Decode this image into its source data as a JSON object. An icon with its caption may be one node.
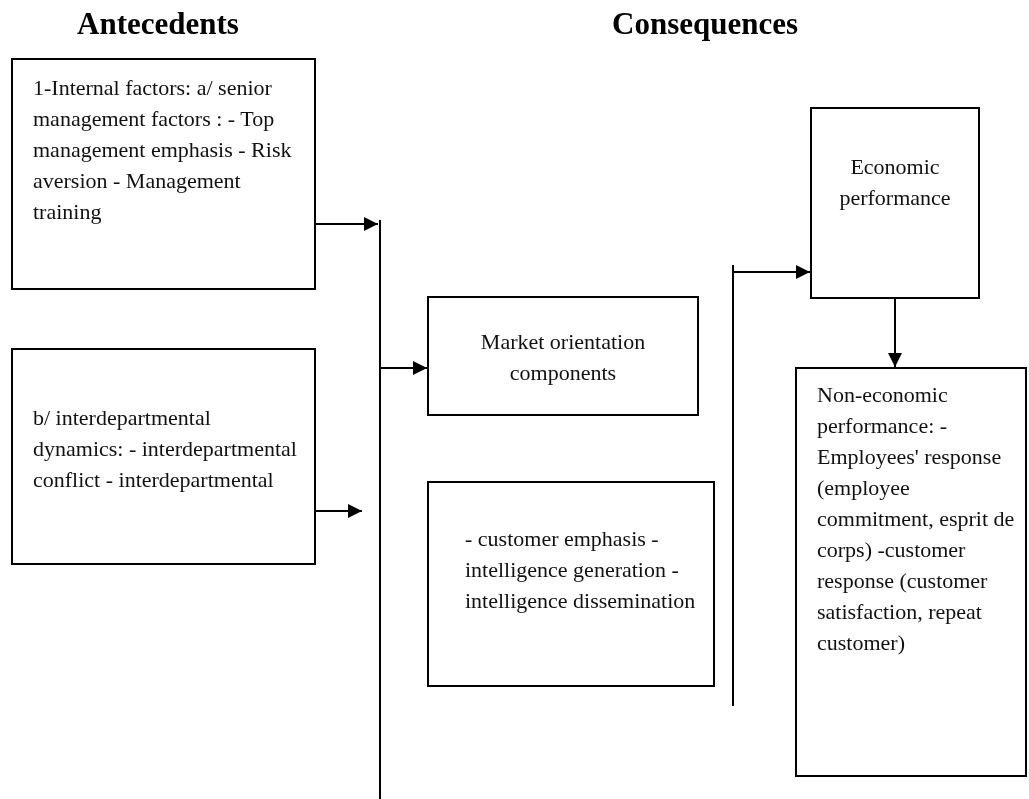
{
  "diagram": {
    "nodes": [
      {
        "text": [
          "1-Internal factors: a/ senior management factors : - Top management emphasis - Risk aversion - Management training"
        ]
      },
      {
        "text": [
          "b/ interdepartmental dynamics: - interdepartmental conflict -   interdepartmental"
        ]
      },
      {
        "text": [
          "Market orientation components"
        ]
      },
      {
        "text": [
          "- customer emphasis - intelligence generation - intelligence dissemination"
        ]
      },
      {
        "text": [
          "Economic performance"
        ]
      },
      {
        "text": [
          "Non-economic performance: -Employees' response (employee commitment, esprit de corps) -customer response (customer satisfaction, repeat customer)"
        ]
      }
    ],
    "edges": [
      {
        "from": 0,
        "to": null,
        "arrow": "to"
      },
      {
        "from": 1,
        "to": null,
        "arrow": "to"
      },
      {
        "from": null,
        "to": 2,
        "arrow": "to"
      },
      {
        "from": null,
        "to": 4,
        "arrow": "to"
      },
      {
        "from": 4,
        "to": 5,
        "arrow": "to"
      }
    ],
    "labels": [
      "Antecedents",
      "Consequences"
    ]
  }
}
